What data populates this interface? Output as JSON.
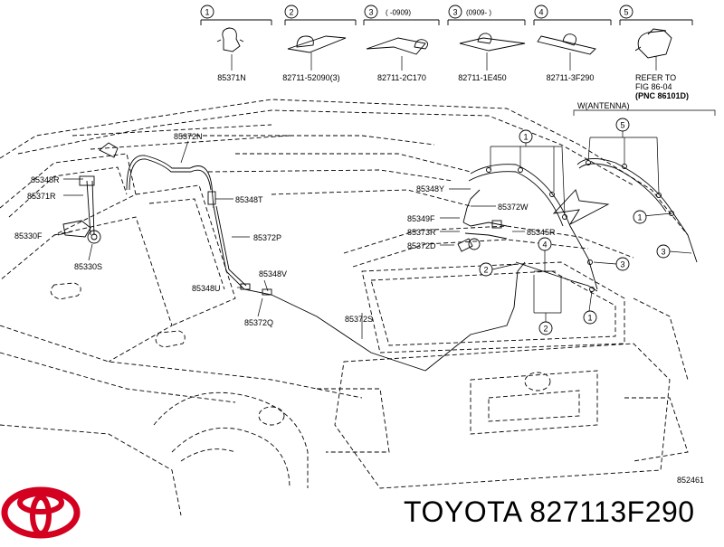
{
  "header_parts": [
    {
      "num": "1",
      "part_no": "85371N",
      "note": ""
    },
    {
      "num": "2",
      "part_no": "82711-52090(3)",
      "note": ""
    },
    {
      "num": "3",
      "part_no": "82711-2C170",
      "note": "(     -0909)"
    },
    {
      "num": "3",
      "part_no": "82711-1E450",
      "note": "(0909-      )"
    },
    {
      "num": "4",
      "part_no": "82711-3F290",
      "note": ""
    },
    {
      "num": "5",
      "part_no": "",
      "note": ""
    }
  ],
  "refer": {
    "line1": "REFER TO",
    "line2": "FIG 86-04",
    "line3": "(PNC 86101D)"
  },
  "antenna_label": "W(ANTENNA)",
  "callouts": [
    {
      "id": "85372N",
      "text": "85372N"
    },
    {
      "id": "85348R",
      "text": "85348R"
    },
    {
      "id": "85371R",
      "text": "85371R"
    },
    {
      "id": "85330F",
      "text": "85330F"
    },
    {
      "id": "85330S",
      "text": "85330S"
    },
    {
      "id": "85348T",
      "text": "85348T"
    },
    {
      "id": "85372P",
      "text": "85372P"
    },
    {
      "id": "85348V",
      "text": "85348V"
    },
    {
      "id": "85348U",
      "text": "85348U"
    },
    {
      "id": "85372Q",
      "text": "85372Q"
    },
    {
      "id": "85372S",
      "text": "85372S"
    },
    {
      "id": "85348Y",
      "text": "85348Y"
    },
    {
      "id": "85372W",
      "text": "85372W"
    },
    {
      "id": "85349F",
      "text": "85349F"
    },
    {
      "id": "85373R",
      "text": "85373R"
    },
    {
      "id": "85345R",
      "text": "85345R"
    },
    {
      "id": "85372D",
      "text": "85372D"
    }
  ],
  "markers": [
    "1",
    "1",
    "2",
    "3",
    "4",
    "5",
    "1",
    "3"
  ],
  "figure_code": "852461",
  "brand": {
    "text": "TOYOTA 827113F290",
    "logo_color": "#d3001f"
  }
}
